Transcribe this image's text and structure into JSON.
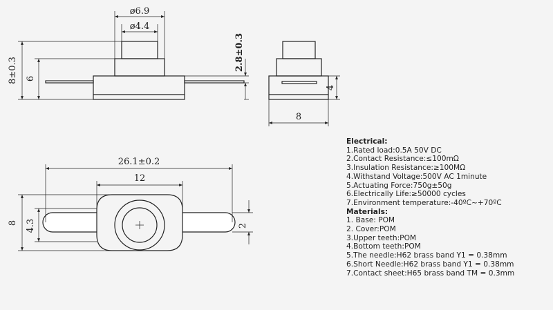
{
  "dimensions": {
    "outer_diameter": "ø6.9",
    "inner_diameter": "ø4.4",
    "total_height": "8±0.3",
    "body_height": "6",
    "cap_height": "2.8±0.3",
    "side_slot_height": "4",
    "side_width": "8",
    "overall_length": "26.1±0.2",
    "base_length": "12",
    "base_height": "8",
    "terminal_span": "4.3",
    "terminal_width": "2"
  },
  "specs": {
    "electrical_title": "Electrical:",
    "electrical": [
      "1.Rated load:0.5A 50V DC",
      "2.Contact Resistance:≤100mΩ",
      "3.Insulation Resistance:≥100MΩ",
      "4.Withstand Voltage:500V AC 1minute",
      "5.Actuating Force:750g±50g",
      "6.Electrically Life:≥50000 cycles",
      "7.Environment temperature:-40ºC~+70ºC"
    ],
    "materials_title": "Materials:",
    "materials": [
      "1. Base: POM",
      "2. Cover:POM",
      "3.Upper teeth:POM",
      "4.Bottom teeth:POM",
      "5.The needle:H62 brass band Y1 = 0.38mm",
      "6.Short Needle:H62 brass band Y1 = 0.38mm",
      "7.Contact sheet:H65 brass band TM = 0.3mm"
    ]
  }
}
